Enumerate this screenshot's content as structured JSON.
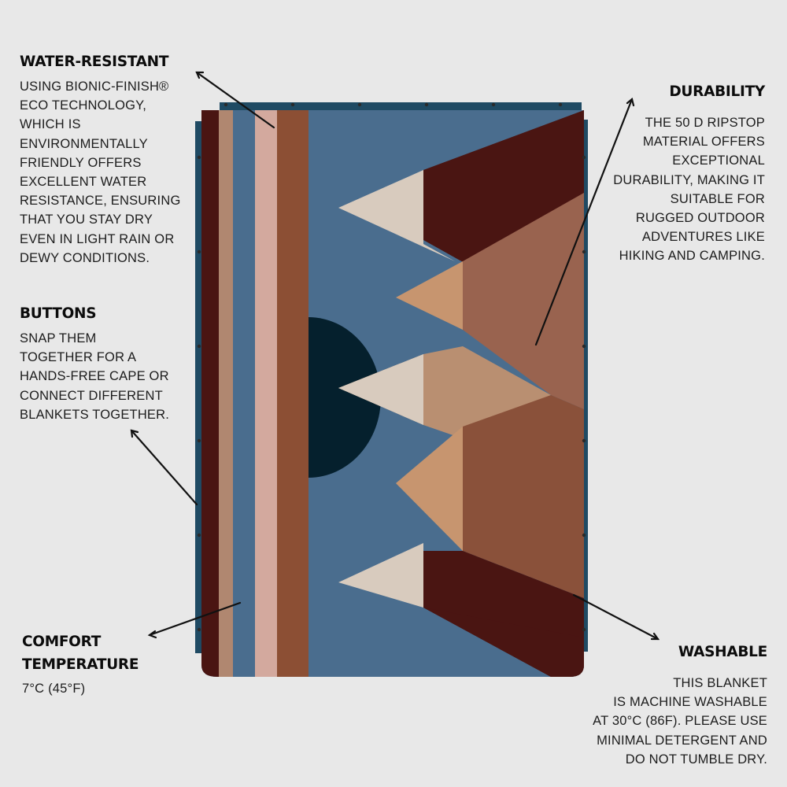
{
  "features": {
    "water_resistant": {
      "title": "WATER-RESISTANT",
      "body": "USING BIONIC-FINISH®\nECO TECHNOLOGY,\nWHICH IS\nENVIRONMENTALLY\nFRIENDLY OFFERS\nEXCELLENT WATER\nRESISTANCE, ENSURING\nTHAT YOU STAY DRY\nEVEN IN LIGHT RAIN OR\nDEWY CONDITIONS."
    },
    "durability": {
      "title": "DURABILITY",
      "body": "THE 50 D RIPSTOP\nMATERIAL OFFERS\nEXCEPTIONAL\nDURABILITY, MAKING IT\nSUITABLE FOR\nRUGGED OUTDOOR\nADVENTURES LIKE\nHIKING AND CAMPING."
    },
    "buttons": {
      "title": "BUTTONS",
      "body": "SNAP THEM\nTOGETHER FOR A\nHANDS-FREE CAPE OR\nCONNECT DIFFERENT\nBLANKETS TOGETHER."
    },
    "comfort_temperature": {
      "title_line1": "COMFORT",
      "title_line2": "TEMPERATURE",
      "body": "7°C (45°F)"
    },
    "washable": {
      "title": "WASHABLE",
      "body": "THIS BLANKET\nIS MACHINE WASHABLE\nAT 30°C (86F). PLEASE USE\nMINIMAL DETERGENT AND\nDO NOT TUMBLE DRY."
    }
  },
  "colors": {
    "background": "#e8e8e8",
    "blanket_blue": "#4a6d8e",
    "trim_teal": "#1f4a63",
    "maroon": "#4a1512",
    "tan": "#b08770",
    "pink": "#d3a99e",
    "rust": "#8c4f34",
    "cream": "#d8cbbe",
    "navy": "#05202d",
    "peach": "#c7956f",
    "clay": "#99634f",
    "sand": "#b98f71",
    "terracotta": "#8a513a"
  }
}
